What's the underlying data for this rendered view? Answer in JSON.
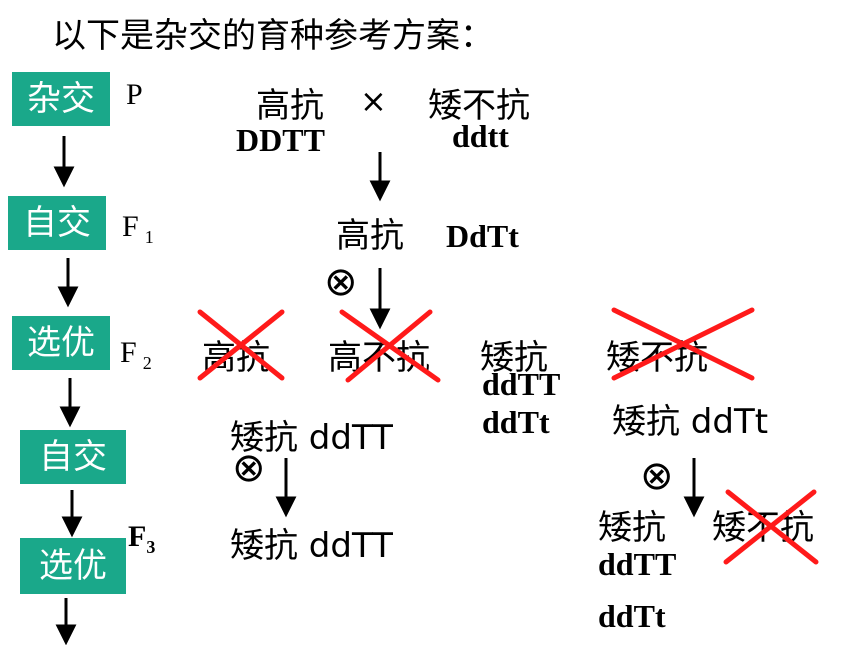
{
  "title": "以下是杂交的育种参考方案：",
  "steps": [
    {
      "label": "杂交",
      "gen": "P",
      "sub": ""
    },
    {
      "label": "自交",
      "gen": "F",
      "sub": "1"
    },
    {
      "label": "选优",
      "gen": "F",
      "sub": "2"
    },
    {
      "label": "自交",
      "gen": "",
      "sub": ""
    },
    {
      "label": "选优",
      "gen": "F",
      "sub": "3"
    }
  ],
  "p": {
    "parent1": "高抗",
    "parent1_genotype": "DDTT",
    "cross_symbol": "×",
    "parent2": "矮不抗",
    "parent2_genotype": "ddtt"
  },
  "f1": {
    "phenotype": "高抗",
    "genotype": "DdTt"
  },
  "f2": {
    "phenotypes": [
      "高抗",
      "高不抗",
      "矮抗",
      "矮不抗"
    ],
    "aikang_genotypes": [
      "ddTT",
      "ddTt"
    ],
    "aikang_ddTT_label": "矮抗 ddTT",
    "aikang_ddTt_label": "矮抗 ddTt"
  },
  "f3": {
    "left_label": "矮抗 ddTT",
    "right_phenotype_1": "矮抗",
    "right_phenotype_2": "矮不抗",
    "right_genotypes": [
      "ddTT",
      "ddTt"
    ]
  },
  "selfing_symbol": "⊗",
  "colors": {
    "box": "#1aa88a",
    "cross_out": "#ff0000"
  }
}
